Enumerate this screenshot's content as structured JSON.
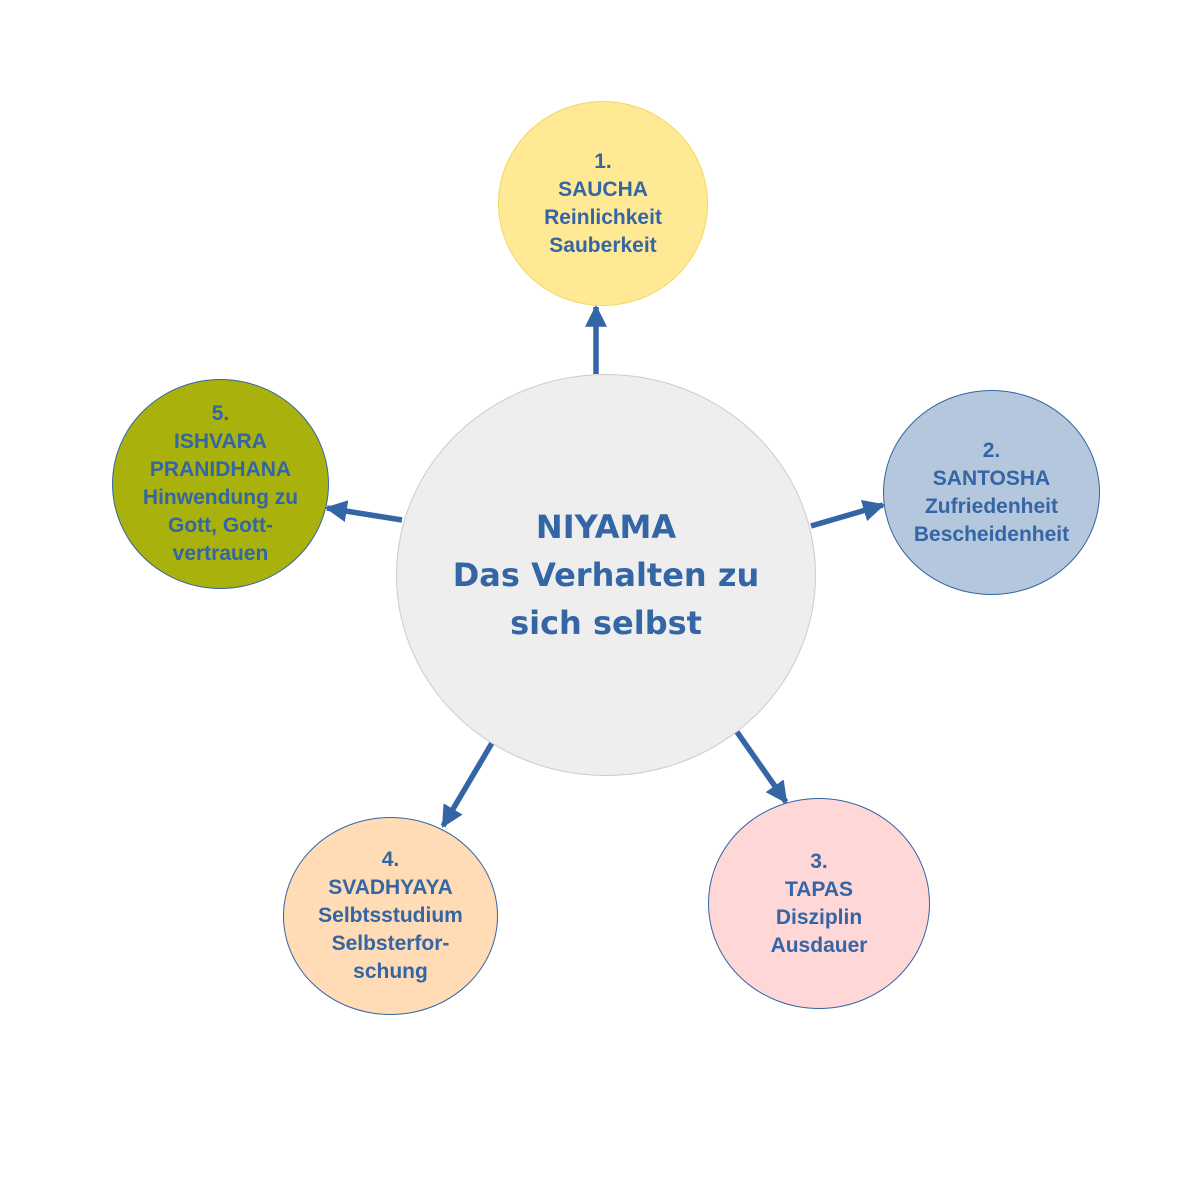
{
  "center": {
    "line1": "NIYAMA",
    "line2": "Das Verhalten zu",
    "line3": "sich selbst"
  },
  "nodes": [
    {
      "lines": [
        "1.",
        "SAUCHA",
        "Reinlichkeit",
        "Sauberkeit"
      ]
    },
    {
      "lines": [
        "2.",
        "SANTOSHA",
        "Zufriedenheit",
        "Bescheidenheit"
      ]
    },
    {
      "lines": [
        "3.",
        "TAPAS",
        "Disziplin",
        "Ausdauer"
      ]
    },
    {
      "lines": [
        "4.",
        "SVADHYAYA",
        "Selbtsstudium",
        "Selbsterfor-",
        "schung"
      ]
    },
    {
      "lines": [
        "5.",
        "ISHVARA",
        "PRANIDHANA",
        "Hinwendung zu",
        "Gott, Gott-",
        "vertrauen"
      ]
    }
  ],
  "colors": {
    "text": "#3465a4",
    "arrow": "#3465a4",
    "center_fill": "#eeeeee",
    "node1_fill": "#ffe994",
    "node2_fill": "#b4c7dc",
    "node3_fill": "#ffd7d7",
    "node4_fill": "#ffdbb6",
    "node5_fill": "#a9b10c"
  }
}
